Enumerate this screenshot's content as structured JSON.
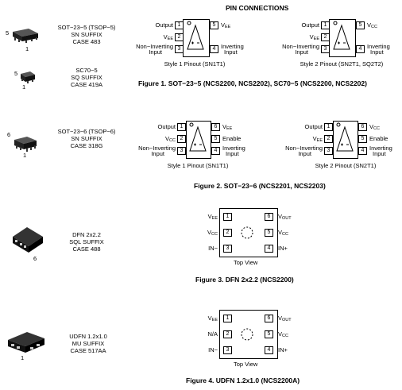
{
  "header": "PIN CONNECTIONS",
  "pkg_sot235": {
    "side_num": "5",
    "bottom_num": "1",
    "l1": "SOT−23−5 (TSOP−5)",
    "l2": "SN SUFFIX",
    "l3": "CASE 483"
  },
  "pkg_sc70": {
    "side_num": "5",
    "bottom_num": "1",
    "l1": "SC70−5",
    "l2": "SQ SUFFIX",
    "l3": "CASE 419A"
  },
  "pkg_sot236": {
    "side_num": "6",
    "bottom_num": "1",
    "l1": "SOT−23−6 (TSOP−6)",
    "l2": "SN SUFFIX",
    "l3": "CASE 318G"
  },
  "pkg_dfn": {
    "bottom_num": "6",
    "l1": "DFN 2x2.2",
    "l2": "SQL SUFFIX",
    "l3": "CASE 488"
  },
  "pkg_udfn": {
    "bottom_num": "1",
    "l1": "UDFN 1.2x1.0",
    "l2": "MU SUFFIX",
    "l3": "CASE 517AA"
  },
  "fig1": {
    "s1": {
      "p1": "Output",
      "p2": "V",
      "p2s": "EE",
      "p3a": "Non−Inverting",
      "p3b": "Input",
      "p5": "V",
      "p5s": "EE",
      "p4a": "Inverting",
      "p4b": "Input",
      "n1": "1",
      "n2": "2",
      "n3": "3",
      "n4": "4",
      "n5": "5",
      "style": "Style 1 Pinout (SN1T1)"
    },
    "s2": {
      "p1": "Output",
      "p2": "V",
      "p2s": "EE",
      "p3a": "Non−Inverting",
      "p3b": "Input",
      "p5": "V",
      "p5s": "CC",
      "p4a": "Inverting",
      "p4b": "Input",
      "n1": "1",
      "n2": "2",
      "n3": "3",
      "n4": "4",
      "n5": "5",
      "style": "Style 2 Pinout (SN2T1, SQ2T2)"
    },
    "caption": "Figure 1. SOT−23−5 (NCS2200, NCS2202), SC70−5 (NCS2200, NCS2202)"
  },
  "fig2": {
    "s1": {
      "p1": "Output",
      "p2": "V",
      "p2s": "CC",
      "p3a": "Non−Inverting",
      "p3b": "Input",
      "p6": "V",
      "p6s": "EE",
      "p5": "Enable",
      "p4a": "Inverting",
      "p4b": "Input",
      "n1": "1",
      "n2": "2",
      "n3": "3",
      "n4": "4",
      "n5": "5",
      "n6": "6",
      "style": "Style 1 Pinout (SN1T1)"
    },
    "s2": {
      "p1": "Output",
      "p2": "V",
      "p2s": "EE",
      "p3a": "Non−Inverting",
      "p3b": "Input",
      "p6": "V",
      "p6s": "CC",
      "p5": "Enable",
      "p4a": "Inverting",
      "p4b": "Input",
      "n1": "1",
      "n2": "2",
      "n3": "3",
      "n4": "4",
      "n5": "5",
      "n6": "6",
      "style": "Style 2 Pinout (SN2T1)"
    },
    "caption": "Figure 2. SOT−23−6 (NCS2201, NCS2203)"
  },
  "fig3": {
    "p1": "V",
    "p1s": "EE",
    "p2": "V",
    "p2s": "CC",
    "p3": "IN−",
    "p6": "V",
    "p6s": "OUT",
    "p5": "V",
    "p5s": "CC",
    "p4": "IN+",
    "n1": "1",
    "n2": "2",
    "n3": "3",
    "n4": "4",
    "n5": "5",
    "n6": "6",
    "view": "Top View",
    "caption": "Figure 3. DFN 2x2.2 (NCS2200)"
  },
  "fig4": {
    "p1": "V",
    "p1s": "EE",
    "p2": "N/A",
    "p3": "IN−",
    "p6": "V",
    "p6s": "OUT",
    "p5": "V",
    "p5s": "CC",
    "p4": "IN+",
    "n1": "1",
    "n2": "2",
    "n3": "3",
    "n4": "4",
    "n5": "5",
    "n6": "6",
    "view": "Top View",
    "caption": "Figure 4. UDFN 1.2x1.0 (NCS2200A)"
  }
}
